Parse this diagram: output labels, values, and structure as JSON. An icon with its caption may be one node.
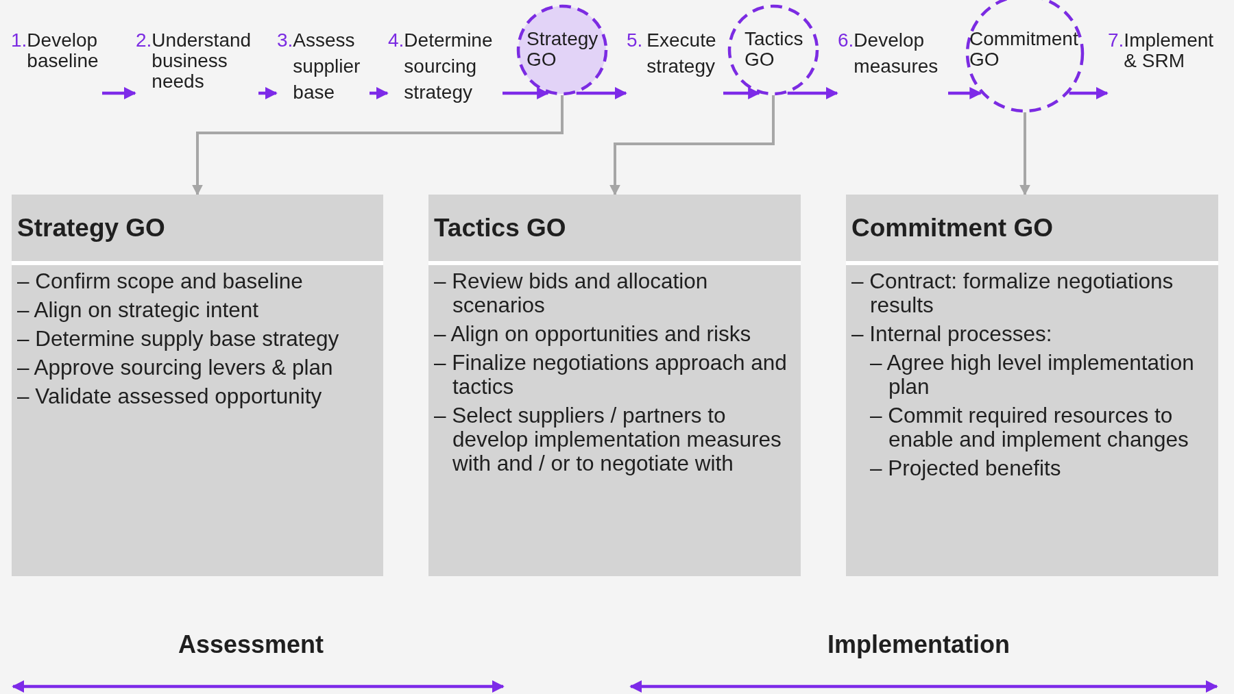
{
  "diagram": {
    "nodes": [
      {
        "text": [
          "1.",
          "Develop baseline"
        ]
      },
      {
        "text": [
          "2.",
          "Understand business needs"
        ]
      },
      {
        "text": [
          "3.",
          "Assess supplier base"
        ]
      },
      {
        "text": [
          "4.",
          "Determine sourcing strategy"
        ]
      },
      {
        "text": [
          "Strategy GO"
        ]
      },
      {
        "text": [
          "5.",
          "Execute strategy"
        ]
      },
      {
        "text": [
          "Tactics GO"
        ]
      },
      {
        "text": [
          "6.",
          "Develop measures"
        ]
      },
      {
        "text": [
          "Commitment GO"
        ]
      },
      {
        "text": [
          "7.",
          "Implement & SRM"
        ]
      },
      {
        "text": [
          "Strategy GO",
          "– Confirm scope and baseline",
          "– Align on strategic intent",
          "– Determine supply base strategy",
          "– Approve sourcing levers & plan",
          "– Validate assessed opportunity"
        ]
      },
      {
        "text": [
          "Tactics GO",
          "– Review bids and allocation scenarios",
          "– Align on opportunities and risks",
          "– Finalize negotiations approach and tactics",
          "– Select suppliers / partners to develop implementation measures with and / or to negotiate with"
        ]
      },
      {
        "text": [
          "Commitment GO",
          "– Contract: formalize negotiations results",
          "– Internal processes:",
          "– Agree high level implementation plan",
          "– Commit required resources to enable and implement changes",
          "– Projected benefits"
        ]
      }
    ],
    "edges": [
      {
        "from": 0,
        "to": 1,
        "arrow": "to"
      },
      {
        "from": 1,
        "to": 2,
        "arrow": "to"
      },
      {
        "from": 2,
        "to": 3,
        "arrow": "to"
      },
      {
        "from": 3,
        "to": 4,
        "arrow": "to"
      },
      {
        "from": 4,
        "to": 5,
        "arrow": "to"
      },
      {
        "from": 5,
        "to": 6,
        "arrow": "to"
      },
      {
        "from": 6,
        "to": 7,
        "arrow": "to"
      },
      {
        "from": 7,
        "to": 8,
        "arrow": "to"
      },
      {
        "from": 8,
        "to": 9,
        "arrow": "to"
      },
      {
        "from": 4,
        "to": 10,
        "arrow": "to",
        "color": "#a6a6a6"
      },
      {
        "from": 6,
        "to": 11,
        "arrow": "to",
        "color": "#a6a6a6"
      },
      {
        "from": 8,
        "to": 12,
        "arrow": "to",
        "color": "#a6a6a6"
      }
    ],
    "labels": [
      "Assessment",
      "Implementation"
    ]
  }
}
